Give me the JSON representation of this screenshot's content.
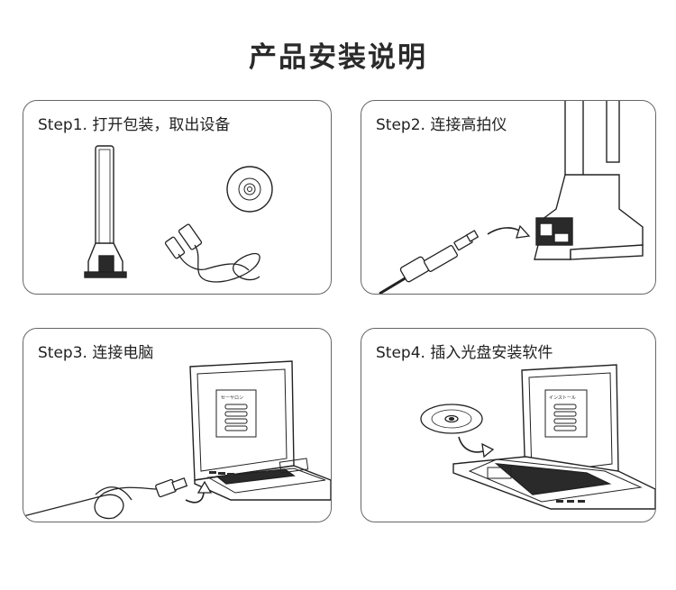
{
  "page": {
    "title": "产品安装说明"
  },
  "steps": [
    {
      "label": "Step1. 打开包装，取出设备"
    },
    {
      "label": "Step2. 连接高拍仪"
    },
    {
      "label": "Step3. 连接电脑"
    },
    {
      "label": "Step4. 插入光盘安装软件"
    }
  ],
  "screens": {
    "step3_text": "セーヤロン",
    "step4_text": "インストール"
  },
  "colors": {
    "border": "#666666",
    "line": "#222222",
    "fill_dark": "#2a2a2a"
  }
}
